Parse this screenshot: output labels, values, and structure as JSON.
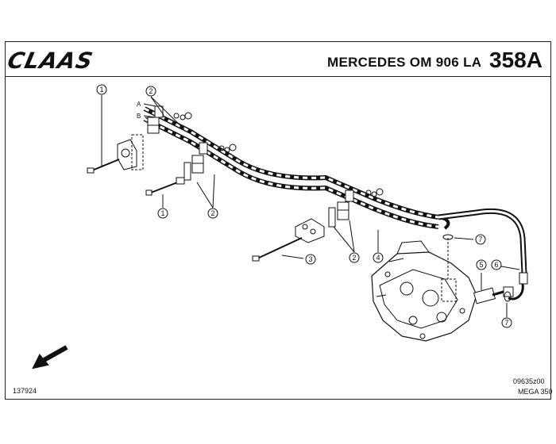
{
  "header": {
    "brand": "CLAAS",
    "model": "MERCEDES OM  906 LA",
    "page_number": "358A"
  },
  "footer": {
    "figure_code": "137924",
    "drawing_code": "09635z00",
    "machine": "MEGA 350"
  },
  "pipe_labels": {
    "a": "A",
    "b": "B"
  },
  "callouts": {
    "c1_top": "1",
    "c1_bottom": "1",
    "c2_top": "2",
    "c2_mid": "2",
    "c2_right": "2",
    "c3": "3",
    "c4": "4",
    "c5": "5",
    "c6": "6",
    "c7_upper": "7",
    "c7_lower": "7"
  }
}
